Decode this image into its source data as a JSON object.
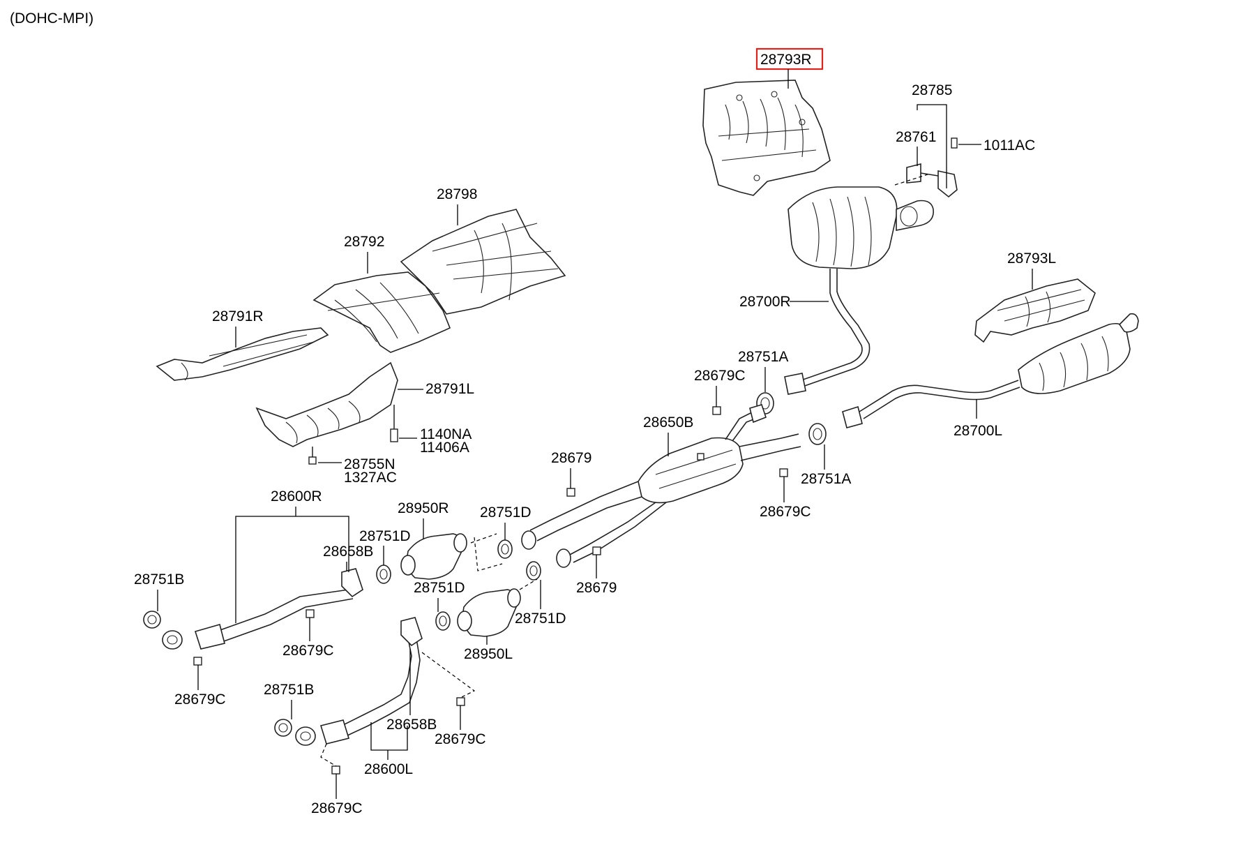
{
  "header": {
    "title": "(DOHC-MPI)"
  },
  "highlight": {
    "part": "28793R",
    "color": "#e0241b"
  },
  "labels": {
    "p28793R": "28793R",
    "p28785": "28785",
    "p28761": "28761",
    "p1011AC": "1011AC",
    "p28798": "28798",
    "p28792": "28792",
    "p28791R": "28791R",
    "p28791L": "28791L",
    "p1140NA": "1140NA",
    "p11406A": "11406A",
    "p28755N": "28755N",
    "p1327AC": "1327AC",
    "p28700R": "28700R",
    "p28793L": "28793L",
    "p28751A_top": "28751A",
    "p28679C_top": "28679C",
    "p28650B": "28650B",
    "p28700L": "28700L",
    "p28751A_right": "28751A",
    "p28679C_mid": "28679C",
    "p28679_top": "28679",
    "p28600R": "28600R",
    "p28950R": "28950R",
    "p28751D_a": "28751D",
    "p28751D_b": "28751D",
    "p28658B_a": "28658B",
    "p28751B_a": "28751B",
    "p28679_right": "28679",
    "p28751D_c": "28751D",
    "p28751D_d": "28751D",
    "p28679C_a": "28679C",
    "p28950L": "28950L",
    "p28679C_b": "28679C",
    "p28751B_b": "28751B",
    "p28658B_b": "28658B",
    "p28679C_c": "28679C",
    "p28600L": "28600L",
    "p28679C_d": "28679C"
  }
}
